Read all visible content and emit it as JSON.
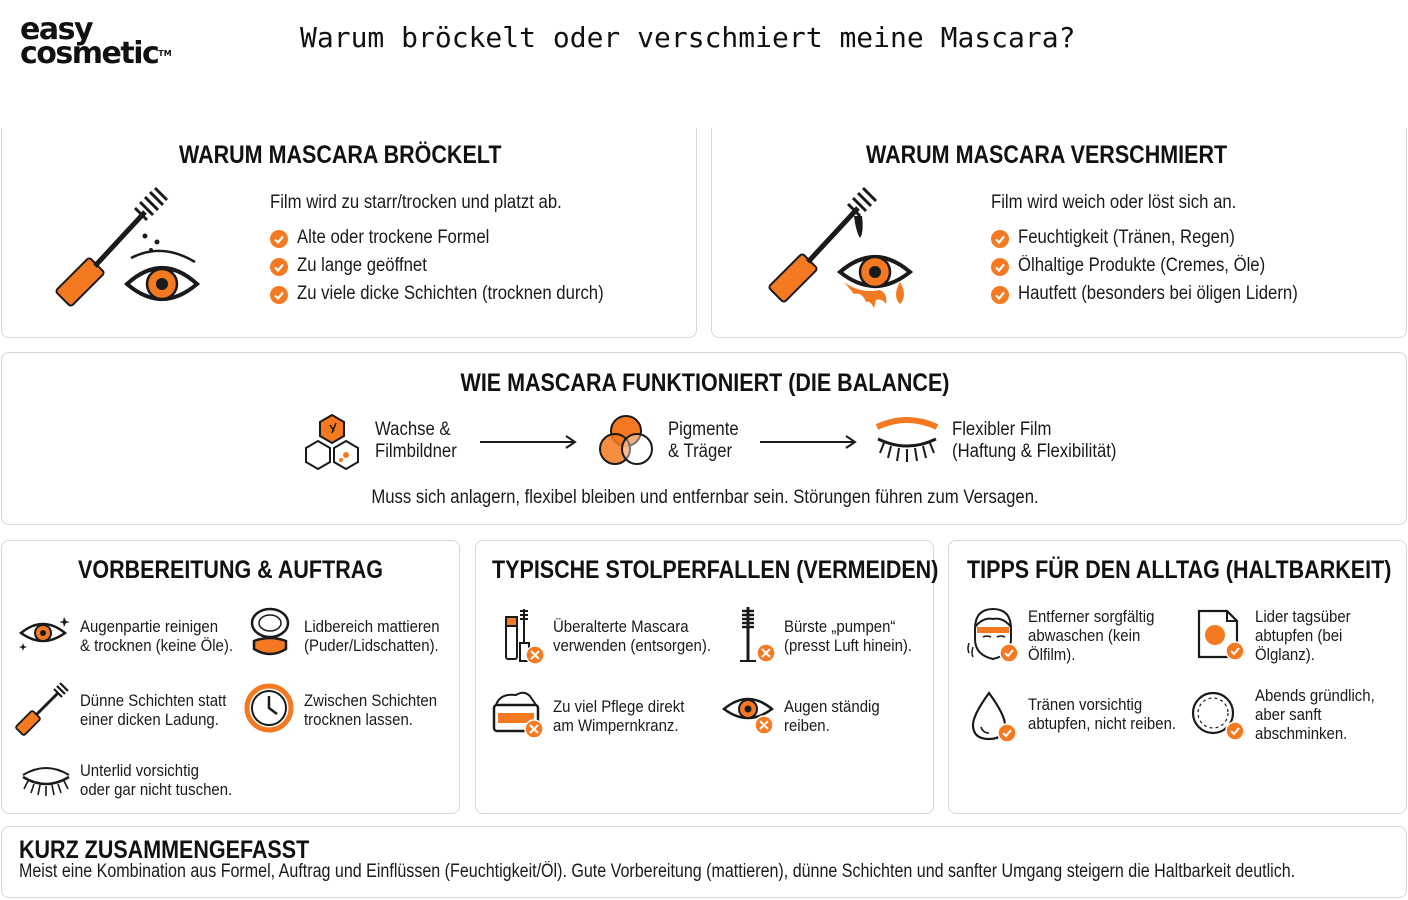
{
  "logo": {
    "line1": "easy",
    "line2": "cosmetic",
    "tm": "TM"
  },
  "title": "Warum bröckelt oder verschmiert meine Mascara?",
  "colors": {
    "accent": "#f47920",
    "text": "#1a1a1a",
    "border": "#d6d6d6"
  },
  "crumbles": {
    "heading": "WARUM MASCARA BRÖCKELT",
    "intro": "Film wird zu starr/trocken und platzt ab.",
    "items": [
      "Alte oder trockene Formel",
      "Zu lange geöffnet",
      "Zu viele dicke Schichten (trocknen durch)"
    ],
    "icon": "mascara-crumbling-eye-icon"
  },
  "smudges": {
    "heading": "WARUM MASCARA VERSCHMIERT",
    "intro": "Film wird weich oder löst sich an.",
    "items": [
      "Feuchtigkeit (Tränen, Regen)",
      "Ölhaltige Produkte (Cremes, Öle)",
      "Hautfett (besonders bei öligen Lidern)"
    ],
    "icon": "mascara-smudging-eye-icon"
  },
  "balance": {
    "heading": "WIE MASCARA FUNKTIONIERT (DIE BALANCE)",
    "steps": [
      {
        "line1": "Wachse &",
        "line2": "Filmbildner",
        "icon": "wax-hexagon-icon"
      },
      {
        "line1": "Pigmente",
        "line2": "& Träger",
        "icon": "pigment-circles-icon"
      },
      {
        "line1": "Flexibler Film",
        "line2": "(Haftung & Flexibilität)",
        "icon": "lash-film-icon"
      }
    ],
    "footer": "Muss sich anlagern, flexibel bleiben und entfernbar sein. Störungen führen zum Versagen."
  },
  "prep": {
    "heading": "VORBEREITUNG & AUFTRAG",
    "items": [
      {
        "line1": "Augenpartie reinigen",
        "line2": "& trocknen (keine Öle).",
        "icon": "clean-eye-icon"
      },
      {
        "line1": "Lidbereich mattieren",
        "line2": "(Puder/Lidschatten).",
        "icon": "powder-compact-icon"
      },
      {
        "line1": "Dünne Schichten statt",
        "line2": "einer dicken Ladung.",
        "icon": "mascara-wand-icon"
      },
      {
        "line1": "Zwischen Schichten",
        "line2": "trocknen lassen.",
        "icon": "clock-icon"
      },
      {
        "line1": "Unterlid vorsichtig",
        "line2": "oder gar nicht tuschen.",
        "icon": "closed-eye-lashes-icon"
      }
    ]
  },
  "pitfalls": {
    "heading": "TYPISCHE STOLPERFALLEN (VERMEIDEN)",
    "items": [
      {
        "line1": "Überalterte Mascara",
        "line2": "verwenden (entsorgen).",
        "icon": "old-mascara-icon"
      },
      {
        "line1": "Bürste „pumpen“",
        "line2": "(presst Luft hinein).",
        "icon": "brush-pump-icon"
      },
      {
        "line1": "Zu viel Pflege direkt",
        "line2": "am Wimpernkranz.",
        "icon": "cream-jar-icon"
      },
      {
        "line1": "Augen ständig",
        "line2": "reiben.",
        "icon": "eye-rub-icon"
      }
    ]
  },
  "tips": {
    "heading": "TIPPS FÜR DEN ALLTAG (HALTBARKEIT)",
    "items": [
      {
        "line1": "Entferner sorgfältig",
        "line2": "abwaschen (kein",
        "line3": "Ölfilm).",
        "icon": "face-wash-icon"
      },
      {
        "line1": "Lider tagsüber",
        "line2": "abtupfen (bei",
        "line3": "Ölglanz).",
        "icon": "blotting-paper-icon"
      },
      {
        "line1": "Tränen vorsichtig",
        "line2": "abtupfen, nicht reiben.",
        "line3": "",
        "icon": "tear-drop-icon"
      },
      {
        "line1": "Abends gründlich,",
        "line2": "aber sanft",
        "line3": "abschminken.",
        "icon": "cotton-pad-icon"
      }
    ]
  },
  "summary": {
    "heading": "KURZ ZUSAMMENGEFASST",
    "text": "Meist eine Kombination aus Formel, Auftrag und Einflüssen (Feuchtigkeit/Öl). Gute Vorbereitung (mattieren), dünne Schichten und sanfter Umgang steigern die Haltbarkeit deutlich."
  }
}
